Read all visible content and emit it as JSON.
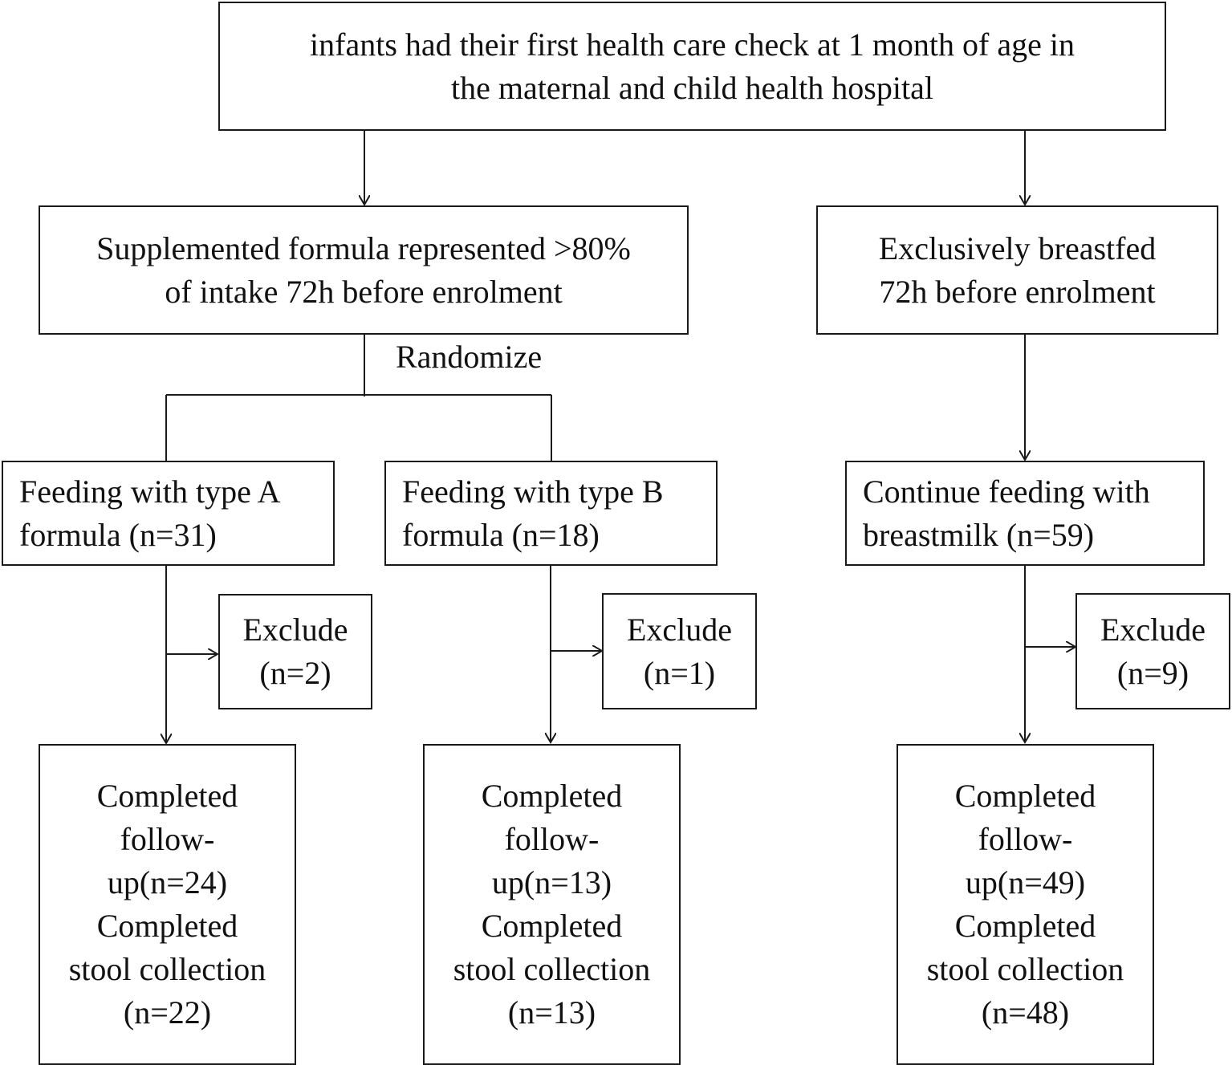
{
  "top": {
    "line1": "infants had their first health care check at 1 month of age in",
    "line2": "the maternal and child health hospital"
  },
  "formula_group": {
    "line1": "Supplemented formula represented >80%",
    "line2": "of intake 72h before enrolment"
  },
  "breastfed_group": {
    "line1": "Exclusively breastfed",
    "line2": "72h before enrolment"
  },
  "randomize_label": "Randomize",
  "arms": [
    {
      "feed_line1": "Feeding with type A",
      "feed_line2": "formula (n=31)",
      "exclude_line1": "Exclude",
      "exclude_line2": "(n=2)",
      "done": [
        "Completed",
        "follow-",
        "up(n=24)",
        "Completed",
        "stool collection",
        "(n=22)"
      ]
    },
    {
      "feed_line1": "Feeding with type B",
      "feed_line2": "formula (n=18)",
      "exclude_line1": "Exclude",
      "exclude_line2": "(n=1)",
      "done": [
        "Completed",
        "follow-",
        "up(n=13)",
        "Completed",
        "stool collection",
        "(n=13)"
      ]
    },
    {
      "feed_line1": "Continue feeding with",
      "feed_line2": "breastmilk (n=59)",
      "exclude_line1": "Exclude",
      "exclude_line2": "(n=9)",
      "done": [
        "Completed",
        "follow-",
        "up(n=49)",
        "Completed",
        "stool collection",
        "(n=48)"
      ]
    }
  ]
}
